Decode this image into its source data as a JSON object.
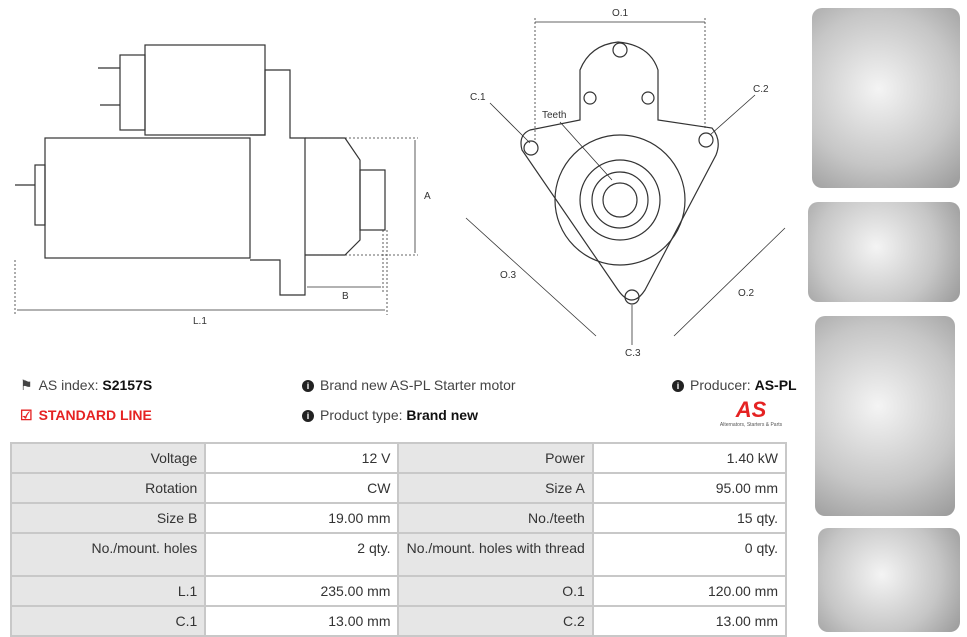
{
  "drawing": {
    "side_labels": {
      "a": "A",
      "b": "B",
      "l1": "L.1"
    },
    "front_labels": {
      "o1": "O.1",
      "c1": "C.1",
      "c2": "C.2",
      "teeth": "Teeth",
      "o3": "O.3",
      "o2": "O.2",
      "c3": "C.3"
    }
  },
  "info": {
    "as_index_label": "AS index:",
    "as_index_value": "S2157S",
    "standard_line": "STANDARD LINE",
    "description": "Brand new AS-PL Starter motor",
    "product_type_label": "Product type:",
    "product_type_value": "Brand new",
    "producer_label": "Producer:",
    "producer_value": "AS-PL",
    "logo_text": "AS",
    "logo_tagline": "Alternators, Starters & Parts"
  },
  "colors": {
    "accent": "#e52222"
  },
  "specs": [
    [
      "Voltage",
      "12 V",
      "Power",
      "1.40 kW"
    ],
    [
      "Rotation",
      "CW",
      "Size A",
      "95.00 mm"
    ],
    [
      "Size B",
      "19.00 mm",
      "No./teeth",
      "15 qty."
    ],
    [
      "No./mount. holes",
      "2 qty.",
      "No./mount. holes with thread",
      "0 qty."
    ],
    [
      "L.1",
      "235.00 mm",
      "O.1",
      "120.00 mm"
    ],
    [
      "C.1",
      "13.00 mm",
      "C.2",
      "13.00 mm"
    ]
  ]
}
